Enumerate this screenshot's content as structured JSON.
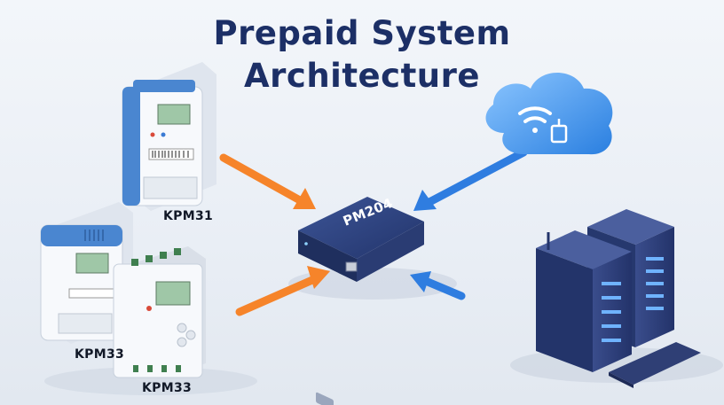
{
  "title": {
    "line1": "Prepaid System",
    "line2": "Architecture"
  },
  "devices": {
    "meter_top_label": "KPM31",
    "meter_left_label": "KPM33",
    "meter_bottom_label": "KPM33",
    "gateway_label": "PM204"
  },
  "colors": {
    "title": "#1c2f66",
    "orange_arrow": "#f6842a",
    "blue_arrow": "#2f7de0",
    "meter_blue": "#4a86d0",
    "gateway_body": "#2b3f7a",
    "server_body": "#2e3f78",
    "cloud": "#3d8ee6"
  },
  "icons": [
    "wifi-icon",
    "cloud-icon",
    "server-rack-icon",
    "keyboard-icon"
  ]
}
